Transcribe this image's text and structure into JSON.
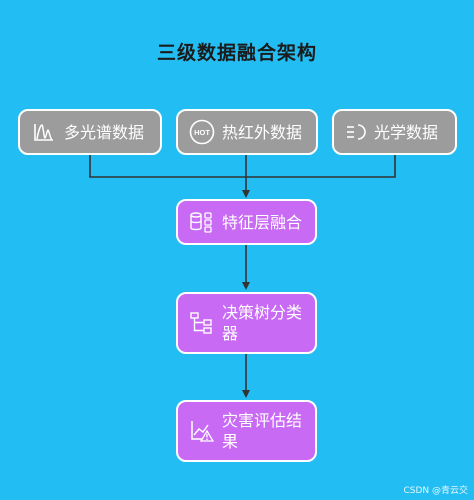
{
  "title": "三级数据融合架构",
  "sources": [
    {
      "label": "多光谱数据",
      "icon": "spectrum-chart-icon"
    },
    {
      "label": "热红外数据",
      "icon": "hot-badge-icon"
    },
    {
      "label": "光学数据",
      "icon": "light-beam-icon"
    }
  ],
  "stages": [
    {
      "label": "特征层融合",
      "icon": "database-merge-icon"
    },
    {
      "label": "决策树分类器",
      "icon": "decision-tree-icon"
    },
    {
      "label": "灾害评估结果",
      "icon": "chart-warning-icon"
    }
  ],
  "hot_icon_text": "HOT",
  "footer": "CSDN @青云交",
  "colors": {
    "background": "#22bdf2",
    "source_box": "#9c9c9c",
    "stage_box": "#c86af4",
    "connector": "#333333"
  }
}
